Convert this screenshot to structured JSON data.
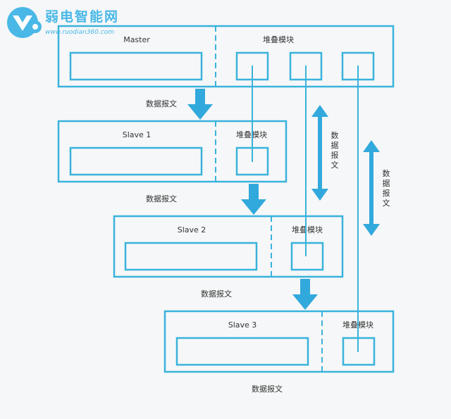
{
  "watermark": {
    "title": "弱电智能网",
    "url": "www.ruodian360.com"
  },
  "colors": {
    "stroke": "#39b3dc",
    "arrow": "#32a9dc",
    "text": "#333333",
    "background": "#f6f7f8"
  },
  "units": [
    {
      "name": "Master",
      "stack_label": "堆叠模块"
    },
    {
      "name": "Slave 1",
      "stack_label": "堆叠模块"
    },
    {
      "name": "Slave 2",
      "stack_label": "堆叠模块"
    },
    {
      "name": "Slave 3",
      "stack_label": "堆叠模块"
    }
  ],
  "packet_labels": [
    "数据报文",
    "数据报文",
    "数据报文",
    "数据报文"
  ],
  "vertical_labels": [
    "数据报文",
    "数据报文"
  ]
}
